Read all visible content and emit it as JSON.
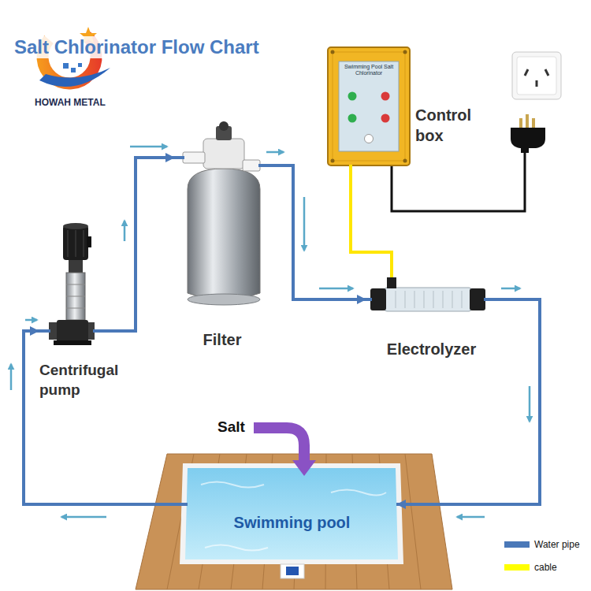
{
  "diagram": {
    "title": "Salt Chlorinator Flow Chart",
    "nodes": [
      {
        "text": [
          "Centrifugal pump"
        ]
      },
      {
        "text": [
          "Filter"
        ]
      },
      {
        "text": [
          "Control box"
        ]
      },
      {
        "text": [
          "Electrolyzer"
        ]
      },
      {
        "text": [
          "Swimming pool"
        ]
      }
    ],
    "edges": [
      {
        "from": 0,
        "to": 1,
        "arrow": "to"
      },
      {
        "from": 1,
        "to": 3,
        "arrow": "to"
      },
      {
        "from": 3,
        "to": 4,
        "arrow": "to"
      },
      {
        "from": 4,
        "to": 0,
        "arrow": "to"
      },
      {
        "from": 2,
        "to": 3,
        "arrow": "none"
      }
    ],
    "labels": [
      "HOWAH METAL",
      "Swimming Pool Salt Chlorinator",
      "Salt"
    ],
    "legend": [
      {
        "text": "Water pipe",
        "color": "#4a78b8"
      },
      {
        "text": "cable",
        "color": "#ffff00"
      }
    ]
  }
}
